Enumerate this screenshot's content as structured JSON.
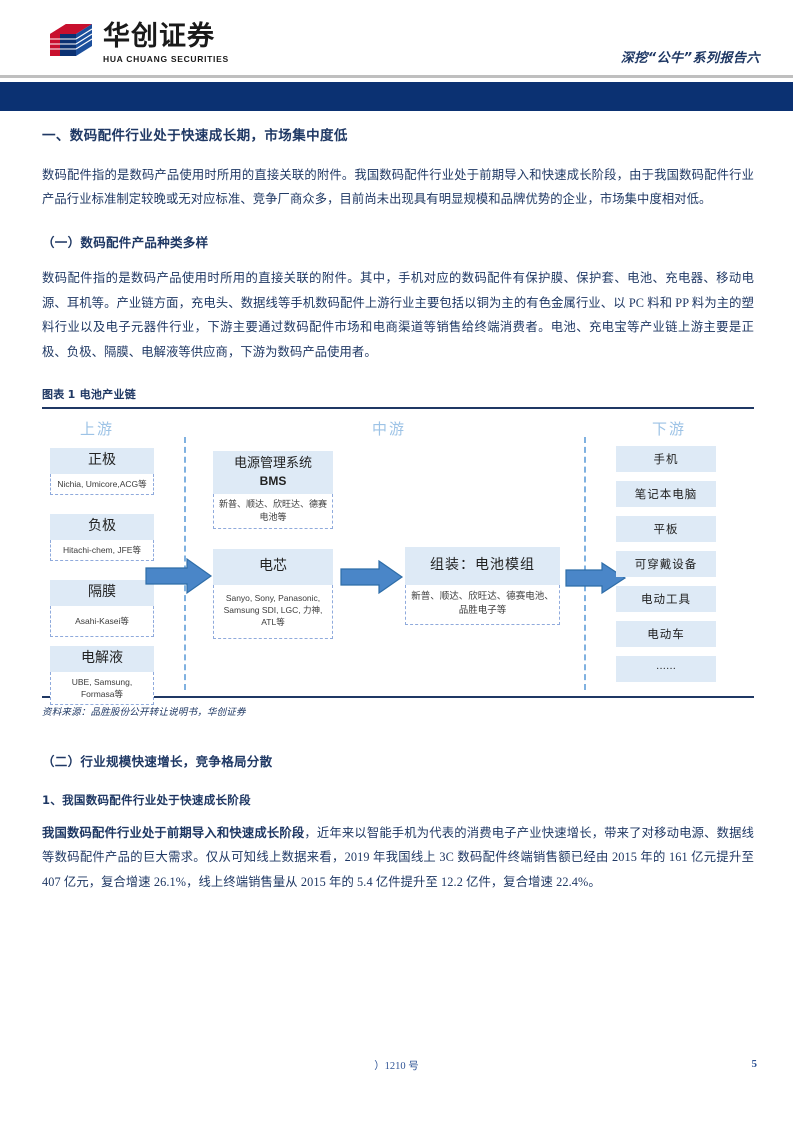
{
  "header": {
    "logo_cn": "华创证券",
    "logo_en": "HUA CHUANG SECURITIES",
    "series_title": "深挖“公牛”系列报告六",
    "band_color": "#0B3172"
  },
  "sections": {
    "h1": "一、数码配件行业处于快速成长期，市场集中度低",
    "intro_paragraph": "数码配件指的是数码产品使用时所用的直接关联的附件。我国数码配件行业处于前期导入和快速成长阶段，由于我国数码配件行业产品行业标准制定较晚或无对应标准、竞争厂商众多，目前尚未出现具有明显规模和品牌优势的企业，市场集中度相对低。",
    "h2_a": "（一）数码配件产品种类多样",
    "paragraph_a": "数码配件指的是数码产品使用时所用的直接关联的附件。其中，手机对应的数码配件有保护膜、保护套、电池、充电器、移动电源、耳机等。产业链方面，充电头、数据线等手机数码配件上游行业主要包括以铜为主的有色金属行业、以 PC 料和 PP 料为主的塑料行业以及电子元器件行业，下游主要通过数码配件市场和电商渠道等销售给终端消费者。电池、充电宝等产业链上游主要是正极、负极、隔膜、电解液等供应商，下游为数码产品使用者。",
    "h2_b": "（二）行业规模快速增长，竞争格局分散",
    "h3_b1": "1、我国数码配件行业处于快速成长阶段",
    "paragraph_b_lead": "我国数码配件行业处于前期导入和快速成长阶段",
    "paragraph_b_rest": "，近年来以智能手机为代表的消费电子产业快速增长，带来了对移动电源、数据线等数码配件产品的巨大需求。仅从可知线上数据来看，2019 年我国线上 3C 数码配件终端销售额已经由 2015 年的 161 亿元提升至 407 亿元，复合增速 26.1%，线上终端销售量从 2015 年的 5.4 亿件提升至 12.2 亿件，复合增速 22.4%。"
  },
  "figure": {
    "label": "图表",
    "number": "1",
    "title": "电池产业链",
    "source": "资料来源：品胜股份公开转让说明书，华创证券",
    "column_headers": {
      "upstream": "上游",
      "midstream": "中游",
      "downstream": "下游"
    },
    "upstream_boxes": [
      {
        "title": "正极",
        "sub": "Nichia, Umicore,ACG等"
      },
      {
        "title": "负极",
        "sub": "Hitachi-chem, JFE等"
      },
      {
        "title": "隔膜",
        "sub": "Asahi-Kasei等"
      },
      {
        "title": "电解液",
        "sub": "UBE, Samsung, Formasa等"
      }
    ],
    "midstream_boxes": [
      {
        "title": "电源管理系统",
        "title2": "BMS",
        "sub": "新普、顺达、欣旺达、德赛电池等"
      },
      {
        "title": "电芯",
        "sub": "Sanyo, Sony, Panasonic, Samsung SDI, LGC, 力神, ATL等"
      }
    ],
    "assembly_box": {
      "title": "组装：电池模组",
      "sub": "新普、顺达、欣旺达、德赛电池、品胜电子等"
    },
    "downstream_boxes": [
      "手机",
      "笔记本电脑",
      "平板",
      "可穿戴设备",
      "电动工具",
      "电动车",
      "······"
    ],
    "colors": {
      "box_fill": "#DEEAF6",
      "box_dash_border": "#8FAADC",
      "arrow_fill": "#4A86C8",
      "divider": "#7FB1E0",
      "header_text": "#9DC3E6",
      "rule": "#1F3864"
    }
  },
  "footer": {
    "note": "）1210 号",
    "page_number": "5"
  }
}
